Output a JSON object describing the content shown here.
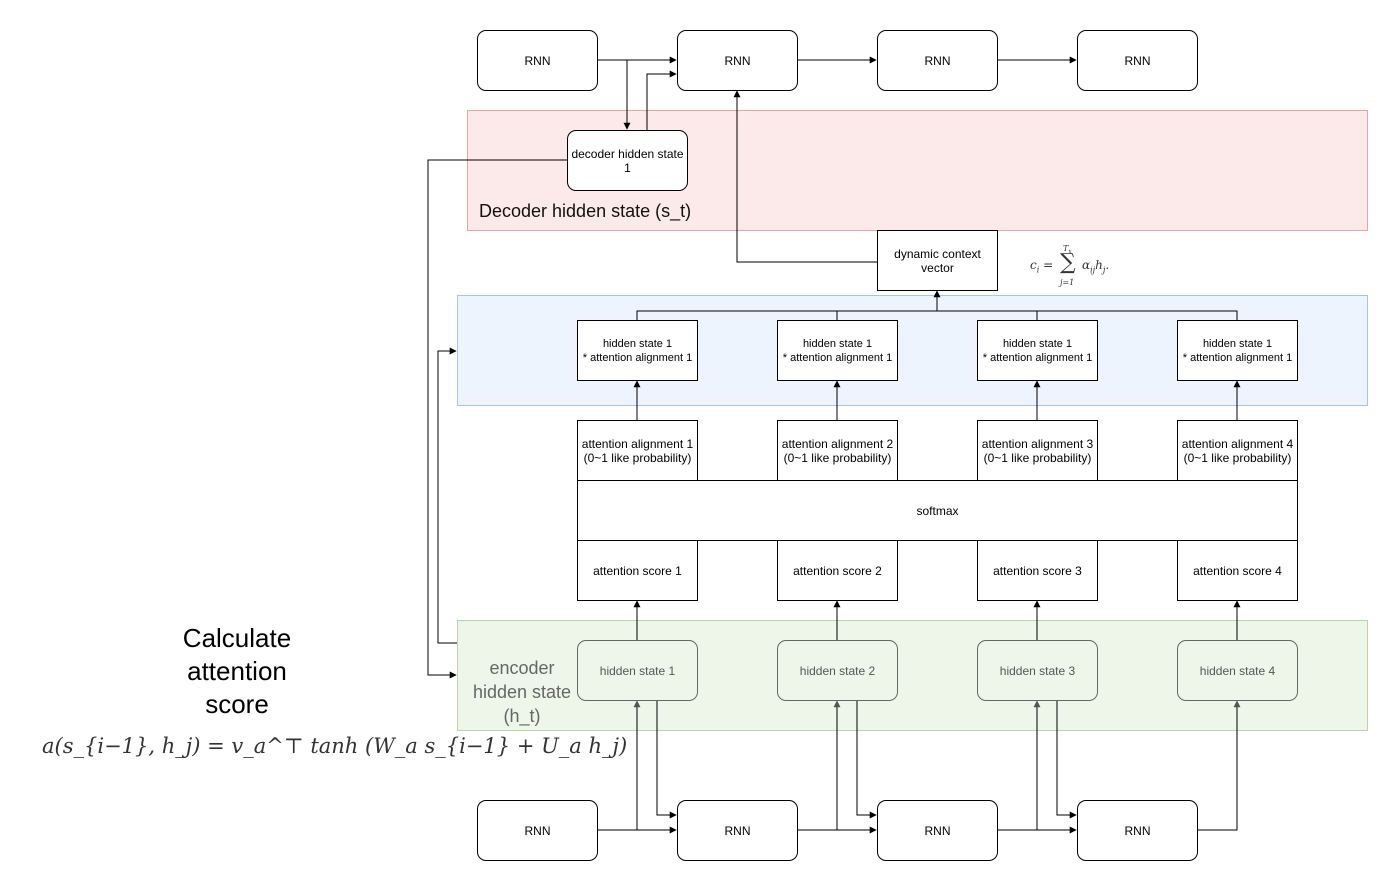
{
  "decoder": {
    "rnn": [
      "RNN",
      "RNN",
      "RNN",
      "RNN"
    ],
    "hidden_state": "decoder hidden state\n1",
    "region_label": "Decoder hidden state (s_t)"
  },
  "context": {
    "vector": "dynamic context\nvector",
    "formula_lhs": "c",
    "formula_sub": "i",
    "formula_eq": " = ",
    "formula_sum": "∑",
    "formula_top": "T",
    "formula_top_sub": "x",
    "formula_bottom": "j=1",
    "formula_rhs": "α",
    "formula_rhs_sub": "ij",
    "formula_h": "h",
    "formula_h_sub": "j",
    "formula_end": "."
  },
  "weighted": [
    "hidden state 1\n* attention alignment 1",
    "hidden state 1\n* attention alignment 1",
    "hidden state 1\n* attention alignment 1",
    "hidden state 1\n* attention alignment 1"
  ],
  "alignments": [
    "attention alignment 1\n(0~1 like probability)",
    "attention alignment 2\n(0~1 like probability)",
    "attention alignment 3\n(0~1 like probability)",
    "attention alignment 4\n(0~1 like probability)"
  ],
  "softmax": "softmax",
  "scores": [
    "attention score 1",
    "attention score 2",
    "attention score 3",
    "attention score 4"
  ],
  "encoder": {
    "hidden_states": [
      "hidden state 1",
      "hidden state 2",
      "hidden state 3",
      "hidden state 4"
    ],
    "region_label": "encoder\nhidden state\n(h_t)",
    "rnn": [
      "RNN",
      "RNN",
      "RNN",
      "RNN"
    ]
  },
  "side": {
    "title": "Calculate\nattention\nscore",
    "formula": "a(s_{i−1}, h_j) = v_a^⊤ tanh (W_a s_{i−1} + U_a h_j)"
  }
}
